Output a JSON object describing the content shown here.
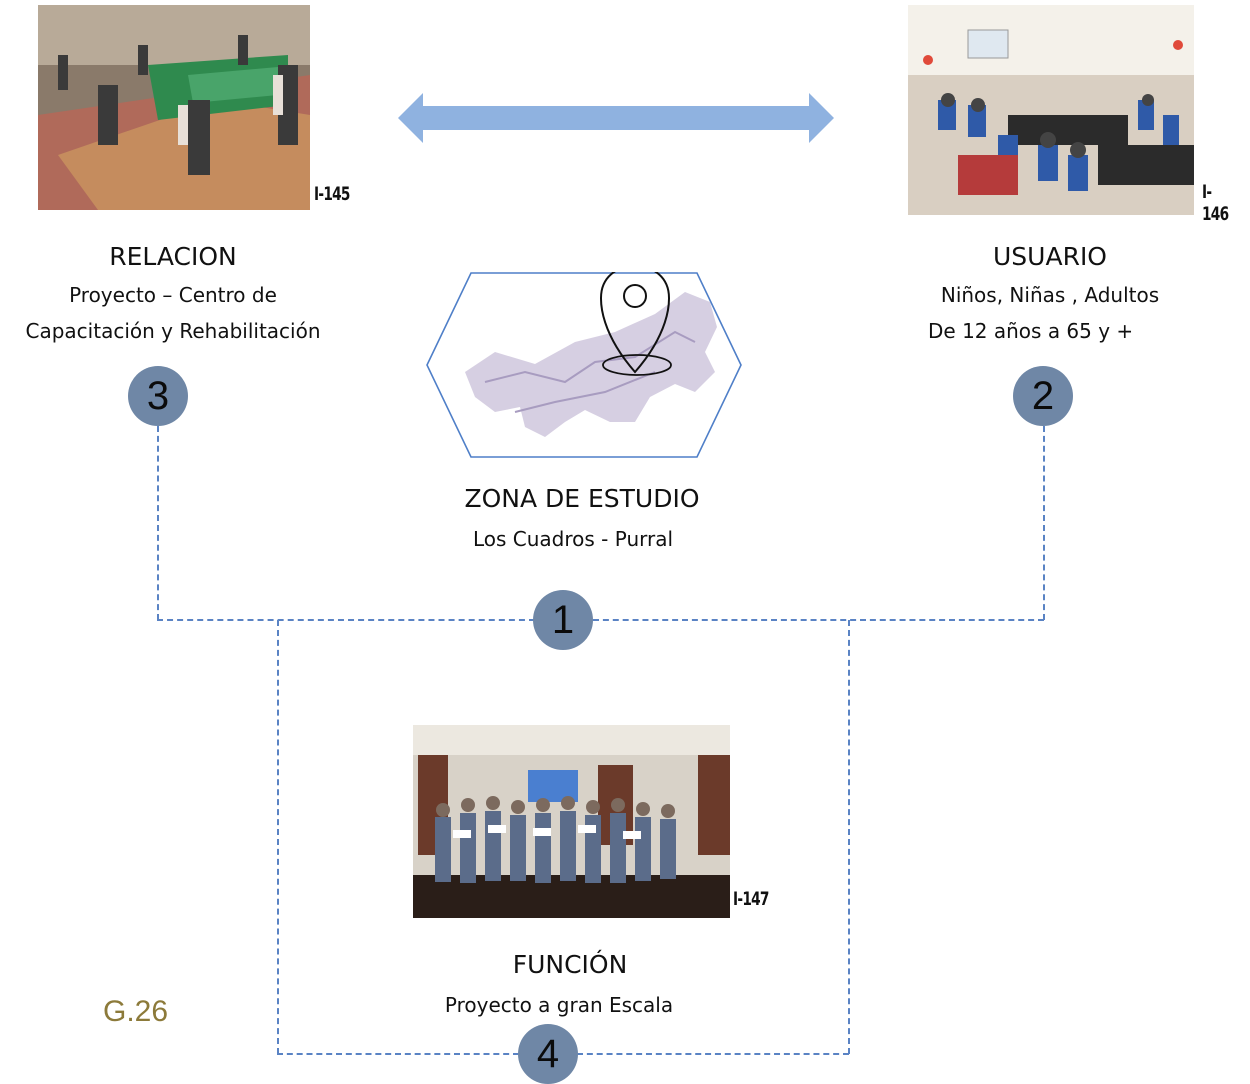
{
  "photos": {
    "relacion": {
      "code": "I-145"
    },
    "usuario": {
      "code": "I-146"
    },
    "funcion": {
      "code": "I-147"
    }
  },
  "nodes": {
    "zona": {
      "number": "1",
      "title": "ZONA DE ESTUDIO",
      "lines": [
        "Los  Cuadros - Purral"
      ]
    },
    "usuario": {
      "number": "2",
      "title": "USUARIO",
      "lines": [
        "Niños, Niñas , Adultos",
        "De 12 años  a  65  y +"
      ]
    },
    "relacion": {
      "number": "3",
      "title": "RELACION",
      "lines": [
        "Proyecto – Centro de",
        "Capacitación y Rehabilitación"
      ]
    },
    "funcion": {
      "number": "4",
      "title": "FUNCIÓN",
      "lines": [
        "Proyecto  a  gran Escala"
      ]
    }
  },
  "figure_label": "G.26",
  "colors": {
    "badge": "#6f87a6",
    "connector": "#5a83c4",
    "arrow": "#8fb2e0",
    "hexagon": "#4f7fc8",
    "label": "#8c7a3a"
  },
  "icons": [
    "double-arrow-icon",
    "map-pin-icon",
    "hexagon-frame"
  ]
}
